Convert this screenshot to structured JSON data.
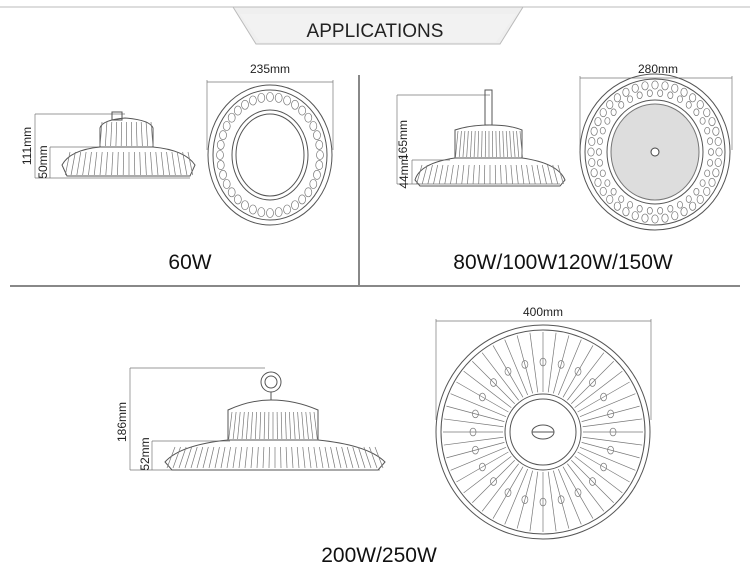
{
  "header": {
    "title": "APPLICATIONS"
  },
  "products": [
    {
      "label": "60W",
      "height": "111mm",
      "base_height": "50mm",
      "diameter": "235mm"
    },
    {
      "label": "80W/100W120W/150W",
      "height": "165mm",
      "base_height": "44mm",
      "diameter": "280mm"
    },
    {
      "label": "200W/250W",
      "height": "186mm",
      "base_height": "52mm",
      "diameter": "400mm"
    }
  ],
  "colors": {
    "banner": "#efefef",
    "line": "#555555"
  }
}
